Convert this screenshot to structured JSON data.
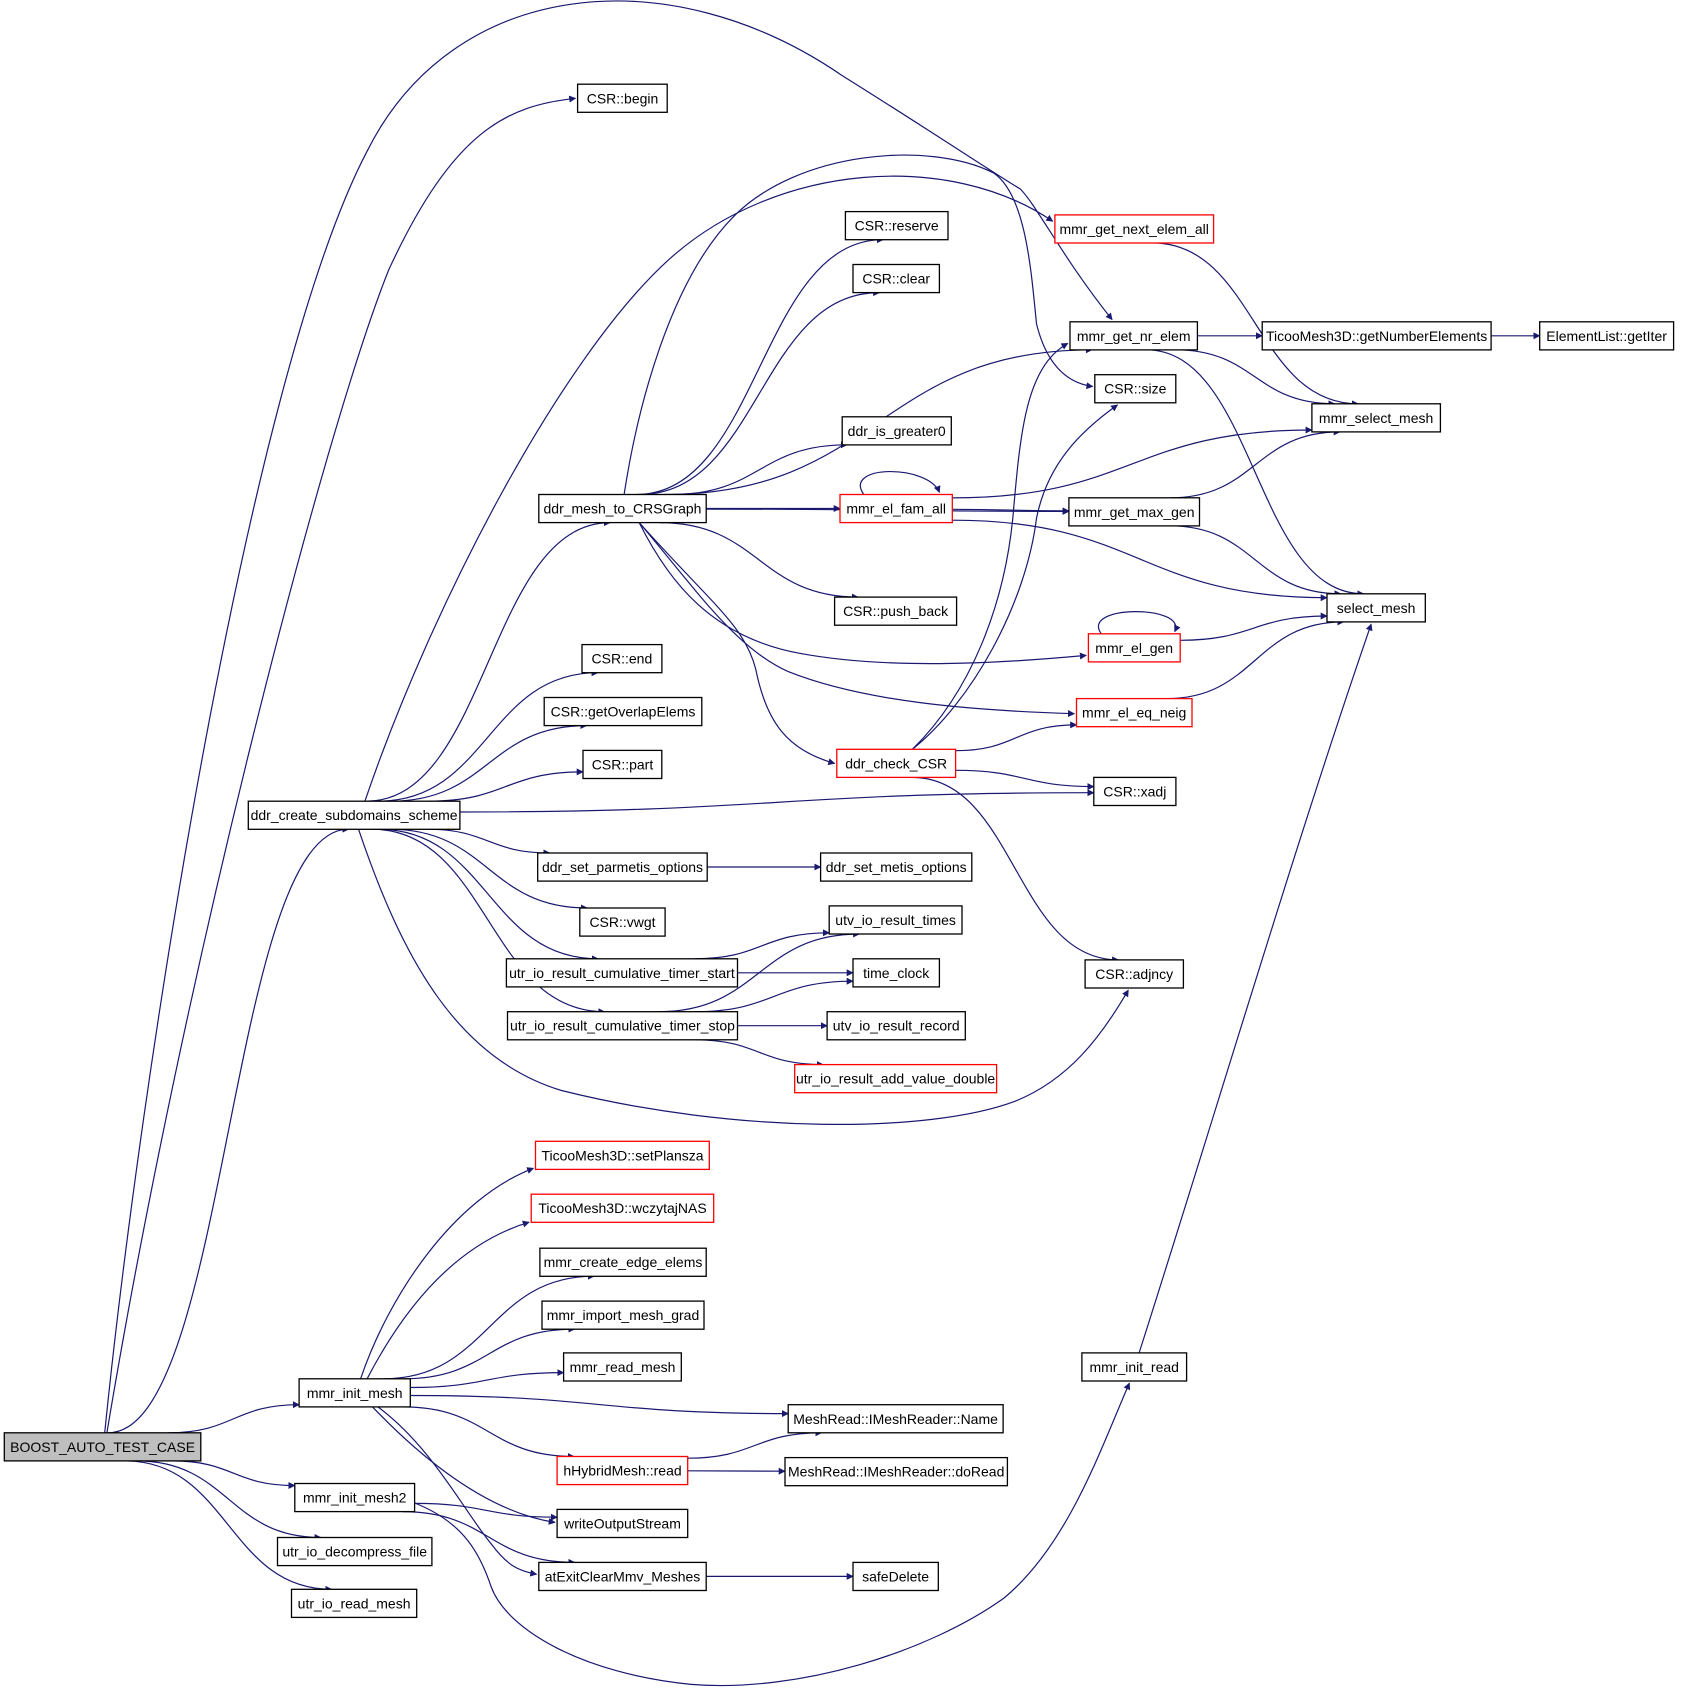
{
  "colors": {
    "edge": "#191970",
    "node_border": "#000000",
    "node_border_truncated": "#ff0000",
    "root_fill": "#bfbfbf",
    "node_fill": "#ffffff",
    "text": "#000000"
  },
  "graph": {
    "nodes": [
      {
        "id": "root",
        "label": "BOOST_AUTO_TEST_CASE",
        "style": "root"
      },
      {
        "id": "csr_begin",
        "label": "CSR::begin",
        "style": "normal"
      },
      {
        "id": "mmr_get_next_elem_all",
        "label": "mmr_get_next_elem_all",
        "style": "truncated"
      },
      {
        "id": "csr_reserve",
        "label": "CSR::reserve",
        "style": "normal"
      },
      {
        "id": "csr_clear",
        "label": "CSR::clear",
        "style": "normal"
      },
      {
        "id": "mmr_get_nr_elem",
        "label": "mmr_get_nr_elem",
        "style": "normal"
      },
      {
        "id": "ticoo_getnumberelements",
        "label": "TicooMesh3D::getNumberElements",
        "style": "normal"
      },
      {
        "id": "elementlist_getiter",
        "label": "ElementList::getIter",
        "style": "normal"
      },
      {
        "id": "csr_size",
        "label": "CSR::size",
        "style": "normal"
      },
      {
        "id": "mmr_select_mesh",
        "label": "mmr_select_mesh",
        "style": "normal"
      },
      {
        "id": "ddr_is_greater0",
        "label": "ddr_is_greater0",
        "style": "normal"
      },
      {
        "id": "ddr_mesh_to_crsgraph",
        "label": "ddr_mesh_to_CRSGraph",
        "style": "normal"
      },
      {
        "id": "mmr_el_fam_all",
        "label": "mmr_el_fam_all",
        "style": "truncated"
      },
      {
        "id": "mmr_get_max_gen",
        "label": "mmr_get_max_gen",
        "style": "normal"
      },
      {
        "id": "csr_push_back",
        "label": "CSR::push_back",
        "style": "normal"
      },
      {
        "id": "select_mesh",
        "label": "select_mesh",
        "style": "normal"
      },
      {
        "id": "mmr_el_gen",
        "label": "mmr_el_gen",
        "style": "truncated"
      },
      {
        "id": "csr_end",
        "label": "CSR::end",
        "style": "normal"
      },
      {
        "id": "csr_getoverlapelems",
        "label": "CSR::getOverlapElems",
        "style": "normal"
      },
      {
        "id": "mmr_el_eq_neig",
        "label": "mmr_el_eq_neig",
        "style": "truncated"
      },
      {
        "id": "csr_part",
        "label": "CSR::part",
        "style": "normal"
      },
      {
        "id": "ddr_check_csr",
        "label": "ddr_check_CSR",
        "style": "truncated"
      },
      {
        "id": "csr_xadj",
        "label": "CSR::xadj",
        "style": "normal"
      },
      {
        "id": "ddr_create_subdomains_scheme",
        "label": "ddr_create_subdomains_scheme",
        "style": "normal"
      },
      {
        "id": "ddr_set_parmetis_options",
        "label": "ddr_set_parmetis_options",
        "style": "normal"
      },
      {
        "id": "ddr_set_metis_options",
        "label": "ddr_set_metis_options",
        "style": "normal"
      },
      {
        "id": "csr_vwgt",
        "label": "CSR::vwgt",
        "style": "normal"
      },
      {
        "id": "utv_io_result_times",
        "label": "utv_io_result_times",
        "style": "normal"
      },
      {
        "id": "utr_io_result_cumulative_timer_start",
        "label": "utr_io_result_cumulative_timer_start",
        "style": "normal"
      },
      {
        "id": "time_clock",
        "label": "time_clock",
        "style": "normal"
      },
      {
        "id": "csr_adjncy",
        "label": "CSR::adjncy",
        "style": "normal"
      },
      {
        "id": "utr_io_result_cumulative_timer_stop",
        "label": "utr_io_result_cumulative_timer_stop",
        "style": "normal"
      },
      {
        "id": "utv_io_result_record",
        "label": "utv_io_result_record",
        "style": "normal"
      },
      {
        "id": "utr_io_result_add_value_double",
        "label": "utr_io_result_add_value_double",
        "style": "truncated"
      },
      {
        "id": "ticoo_setplansza",
        "label": "TicooMesh3D::setPlansza",
        "style": "truncated"
      },
      {
        "id": "ticoo_wczytajnas",
        "label": "TicooMesh3D::wczytajNAS",
        "style": "truncated"
      },
      {
        "id": "mmr_create_edge_elems",
        "label": "mmr_create_edge_elems",
        "style": "normal"
      },
      {
        "id": "mmr_import_mesh_grad",
        "label": "mmr_import_mesh_grad",
        "style": "normal"
      },
      {
        "id": "mmr_read_mesh",
        "label": "mmr_read_mesh",
        "style": "normal"
      },
      {
        "id": "mmr_init_read",
        "label": "mmr_init_read",
        "style": "normal"
      },
      {
        "id": "mmr_init_mesh",
        "label": "mmr_init_mesh",
        "style": "normal"
      },
      {
        "id": "meshread_name",
        "label": "MeshRead::IMeshReader::Name",
        "style": "normal"
      },
      {
        "id": "hhybridmesh_read",
        "label": "hHybridMesh::read",
        "style": "truncated"
      },
      {
        "id": "meshread_doread",
        "label": "MeshRead::IMeshReader::doRead",
        "style": "normal"
      },
      {
        "id": "mmr_init_mesh2",
        "label": "mmr_init_mesh2",
        "style": "normal"
      },
      {
        "id": "writeoutputstream",
        "label": "writeOutputStream",
        "style": "normal"
      },
      {
        "id": "utr_io_decompress_file",
        "label": "utr_io_decompress_file",
        "style": "normal"
      },
      {
        "id": "atexitclearmmv_meshes",
        "label": "atExitClearMmv_Meshes",
        "style": "normal"
      },
      {
        "id": "safedelete",
        "label": "safeDelete",
        "style": "normal"
      },
      {
        "id": "utr_io_read_mesh",
        "label": "utr_io_read_mesh",
        "style": "normal"
      }
    ],
    "edges": [
      [
        "root",
        "csr_begin"
      ],
      [
        "root",
        "mmr_get_nr_elem"
      ],
      [
        "root",
        "ddr_create_subdomains_scheme"
      ],
      [
        "root",
        "mmr_init_mesh"
      ],
      [
        "root",
        "mmr_init_mesh2"
      ],
      [
        "root",
        "utr_io_decompress_file"
      ],
      [
        "root",
        "utr_io_read_mesh"
      ],
      [
        "ddr_create_subdomains_scheme",
        "mmr_get_next_elem_all"
      ],
      [
        "ddr_create_subdomains_scheme",
        "ddr_mesh_to_crsgraph"
      ],
      [
        "ddr_create_subdomains_scheme",
        "csr_end"
      ],
      [
        "ddr_create_subdomains_scheme",
        "csr_getoverlapelems"
      ],
      [
        "ddr_create_subdomains_scheme",
        "csr_part"
      ],
      [
        "ddr_create_subdomains_scheme",
        "csr_xadj"
      ],
      [
        "ddr_create_subdomains_scheme",
        "ddr_set_parmetis_options"
      ],
      [
        "ddr_create_subdomains_scheme",
        "csr_vwgt"
      ],
      [
        "ddr_create_subdomains_scheme",
        "utr_io_result_cumulative_timer_start"
      ],
      [
        "ddr_create_subdomains_scheme",
        "utr_io_result_cumulative_timer_stop"
      ],
      [
        "ddr_create_subdomains_scheme",
        "csr_adjncy"
      ],
      [
        "ddr_mesh_to_crsgraph",
        "csr_size"
      ],
      [
        "ddr_mesh_to_crsgraph",
        "csr_reserve"
      ],
      [
        "ddr_mesh_to_crsgraph",
        "csr_clear"
      ],
      [
        "ddr_mesh_to_crsgraph",
        "mmr_get_nr_elem"
      ],
      [
        "ddr_mesh_to_crsgraph",
        "ddr_is_greater0"
      ],
      [
        "ddr_mesh_to_crsgraph",
        "mmr_el_fam_all"
      ],
      [
        "ddr_mesh_to_crsgraph",
        "mmr_get_max_gen"
      ],
      [
        "ddr_mesh_to_crsgraph",
        "csr_push_back"
      ],
      [
        "ddr_mesh_to_crsgraph",
        "mmr_el_gen"
      ],
      [
        "ddr_mesh_to_crsgraph",
        "mmr_el_eq_neig"
      ],
      [
        "ddr_mesh_to_crsgraph",
        "ddr_check_csr"
      ],
      [
        "mmr_get_next_elem_all",
        "mmr_select_mesh"
      ],
      [
        "mmr_get_nr_elem",
        "ticoo_getnumberelements"
      ],
      [
        "mmr_get_nr_elem",
        "mmr_select_mesh"
      ],
      [
        "mmr_get_nr_elem",
        "select_mesh"
      ],
      [
        "ticoo_getnumberelements",
        "elementlist_getiter"
      ],
      [
        "mmr_el_fam_all",
        "mmr_el_fam_all"
      ],
      [
        "mmr_el_fam_all",
        "mmr_select_mesh"
      ],
      [
        "mmr_el_fam_all",
        "mmr_get_max_gen"
      ],
      [
        "mmr_el_fam_all",
        "select_mesh"
      ],
      [
        "mmr_get_max_gen",
        "mmr_select_mesh"
      ],
      [
        "mmr_get_max_gen",
        "select_mesh"
      ],
      [
        "mmr_el_gen",
        "mmr_el_gen"
      ],
      [
        "mmr_el_gen",
        "select_mesh"
      ],
      [
        "mmr_el_eq_neig",
        "select_mesh"
      ],
      [
        "ddr_check_csr",
        "mmr_get_nr_elem"
      ],
      [
        "ddr_check_csr",
        "csr_size"
      ],
      [
        "ddr_check_csr",
        "mmr_el_eq_neig"
      ],
      [
        "ddr_check_csr",
        "csr_xadj"
      ],
      [
        "ddr_check_csr",
        "csr_adjncy"
      ],
      [
        "ddr_set_parmetis_options",
        "ddr_set_metis_options"
      ],
      [
        "utr_io_result_cumulative_timer_start",
        "utv_io_result_times"
      ],
      [
        "utr_io_result_cumulative_timer_start",
        "time_clock"
      ],
      [
        "utr_io_result_cumulative_timer_stop",
        "utv_io_result_times"
      ],
      [
        "utr_io_result_cumulative_timer_stop",
        "time_clock"
      ],
      [
        "utr_io_result_cumulative_timer_stop",
        "utv_io_result_record"
      ],
      [
        "utr_io_result_cumulative_timer_stop",
        "utr_io_result_add_value_double"
      ],
      [
        "mmr_init_mesh",
        "ticoo_setplansza"
      ],
      [
        "mmr_init_mesh",
        "ticoo_wczytajnas"
      ],
      [
        "mmr_init_mesh",
        "mmr_create_edge_elems"
      ],
      [
        "mmr_init_mesh",
        "mmr_import_mesh_grad"
      ],
      [
        "mmr_init_mesh",
        "mmr_read_mesh"
      ],
      [
        "mmr_init_mesh",
        "meshread_name"
      ],
      [
        "mmr_init_mesh",
        "hhybridmesh_read"
      ],
      [
        "mmr_init_mesh",
        "writeoutputstream"
      ],
      [
        "mmr_init_mesh",
        "atexitclearmmv_meshes"
      ],
      [
        "hhybridmesh_read",
        "meshread_name"
      ],
      [
        "hhybridmesh_read",
        "meshread_doread"
      ],
      [
        "mmr_init_mesh2",
        "writeoutputstream"
      ],
      [
        "mmr_init_mesh2",
        "atexitclearmmv_meshes"
      ],
      [
        "mmr_init_mesh2",
        "mmr_init_read"
      ],
      [
        "mmr_init_read",
        "select_mesh"
      ],
      [
        "atexitclearmmv_meshes",
        "safedelete"
      ]
    ]
  }
}
